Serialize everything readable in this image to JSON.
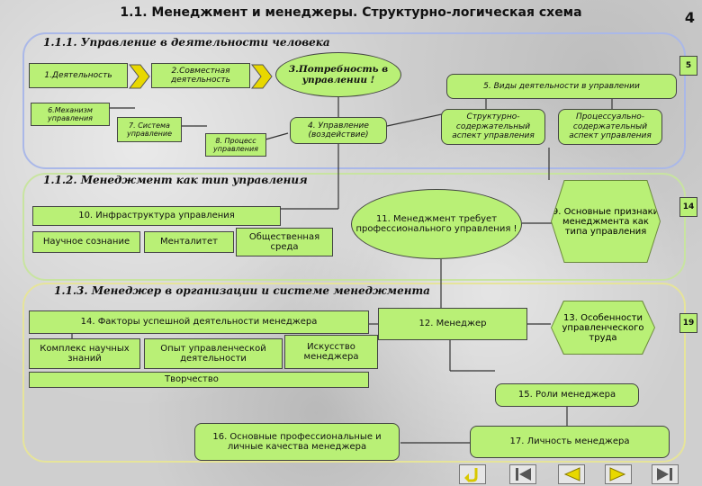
{
  "header": {
    "title": "1.1. Менеджмент и менеджеры. Структурно-логическая схема",
    "page_number": "4"
  },
  "sections": {
    "s1": "1.1.1. Управление в деятельности человека",
    "s2": "1.1.2. Менеджмент как тип управления",
    "s3": "1.1.3. Менеджер в организации и системе менеджмента"
  },
  "boxes": {
    "b1": "1.Деятельность",
    "b2": "2.Совместная деятельность",
    "b3": "3.Потребность в управлении !",
    "b4": "4. Управление (воздействие)",
    "b5": "5. Виды деятельности в управлении",
    "b5a": "Структурно-содержательный аспект управления",
    "b5b": "Процессуально-содержательный аспект управления",
    "b6": "6.Механизм управления",
    "b7": "7. Система управление",
    "b8": "8. Процесс управления",
    "b9": "9. Основные признаки менеджмента как типа управления",
    "b10": "10. Инфраструктура управления",
    "b10a": "Научное сознание",
    "b10b": "Менталитет",
    "b10c": "Общественная среда",
    "b11": "11. Менеджмент требует профессионального управления !",
    "b12": "12. Менеджер",
    "b13": "13. Особенности управленческого труда",
    "b14": "14. Факторы успешной деятельности менеджера",
    "b14a": "Комплекс научных знаний",
    "b14b": "Опыт управленческой деятельности",
    "b14c": "Искусство менеджера",
    "b14d": "Творчество",
    "b15": "15. Роли менеджера",
    "b16": "16. Основные профессиональные и личные качества менеджера",
    "b17": "17. Личность менеджера"
  },
  "badges": {
    "p5": "5",
    "p14": "14",
    "p19": "19"
  },
  "nav": [
    "return-icon",
    "first-icon",
    "prev-icon",
    "next-icon",
    "last-icon"
  ],
  "colors": {
    "box_fill": "#b9f076",
    "nav_accent": "#e8d800",
    "region1": "#aab8e8",
    "region2": "#c8e4a0",
    "region3": "#e6e49a"
  }
}
